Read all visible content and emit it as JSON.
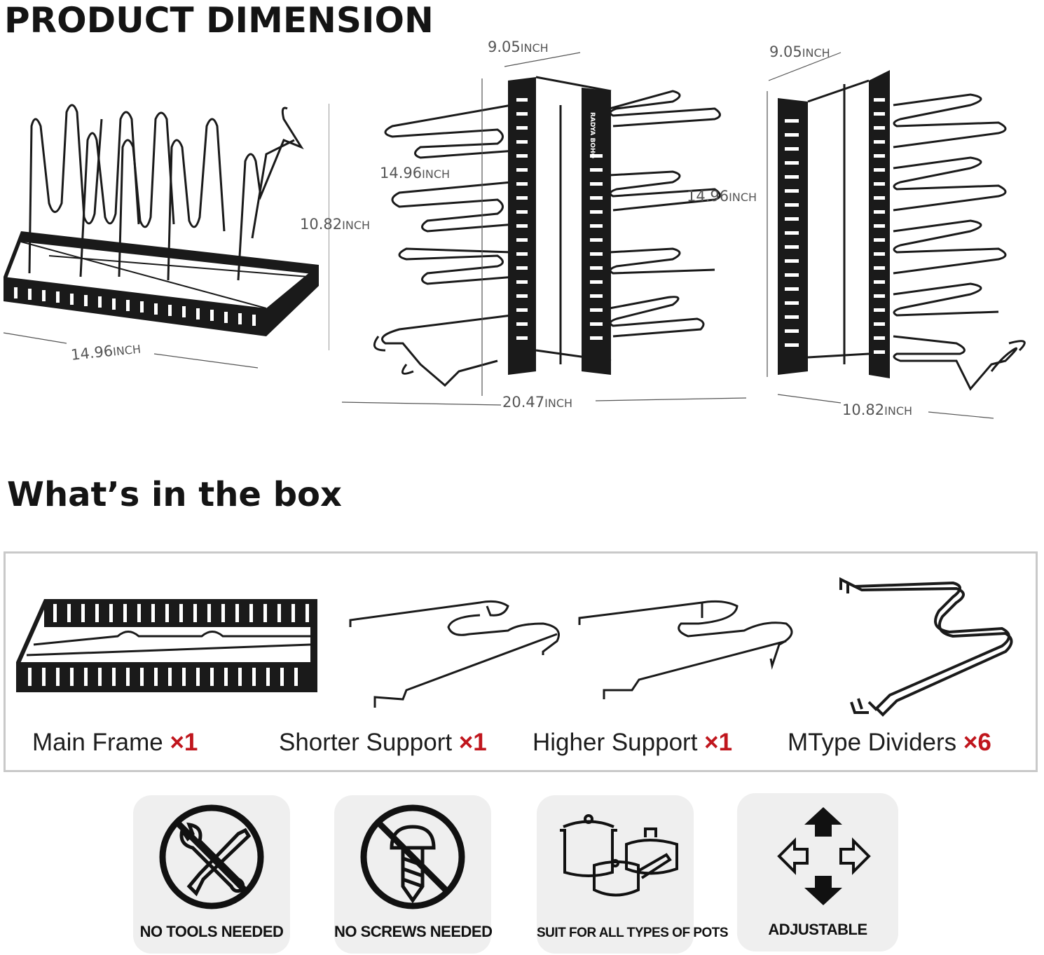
{
  "section_dimension": {
    "title": "PRODUCT DIMENSION",
    "view1": {
      "height": "10.82",
      "width": "14.96",
      "unit": "INCH"
    },
    "view2": {
      "depth": "9.05",
      "height": "14.96",
      "width": "20.47",
      "unit": "INCH",
      "brand_mark": "RADYA BOHO"
    },
    "view3": {
      "depth": "9.05",
      "height": "14.96",
      "width": "10.82",
      "unit": "INCH"
    }
  },
  "section_box": {
    "title": "What’s in the box",
    "items": [
      {
        "label": "Main Frame ",
        "qty": "×1",
        "icon": "main-frame"
      },
      {
        "label": "Shorter Support ",
        "qty": "×1",
        "icon": "shorter-support"
      },
      {
        "label": "Higher Support ",
        "qty": "×1",
        "icon": "higher-support"
      },
      {
        "label": "MType Dividers ",
        "qty": "×6",
        "icon": "mtype-dividers"
      }
    ]
  },
  "features": [
    {
      "label": "NO TOOLS NEEDED",
      "icon": "no-tools-icon"
    },
    {
      "label": "NO SCREWS NEEDED",
      "icon": "no-screws-icon"
    },
    {
      "label": "SUIT FOR ALL TYPES OF POTS",
      "icon": "pots-icon"
    },
    {
      "label": "ADJUSTABLE",
      "icon": "adjustable-arrows-icon"
    }
  ],
  "colors": {
    "accent_qty": "#c0161d",
    "metal": "#1a1a1a",
    "feature_bg": "#efefef",
    "box_border": "#c9c9c9"
  }
}
